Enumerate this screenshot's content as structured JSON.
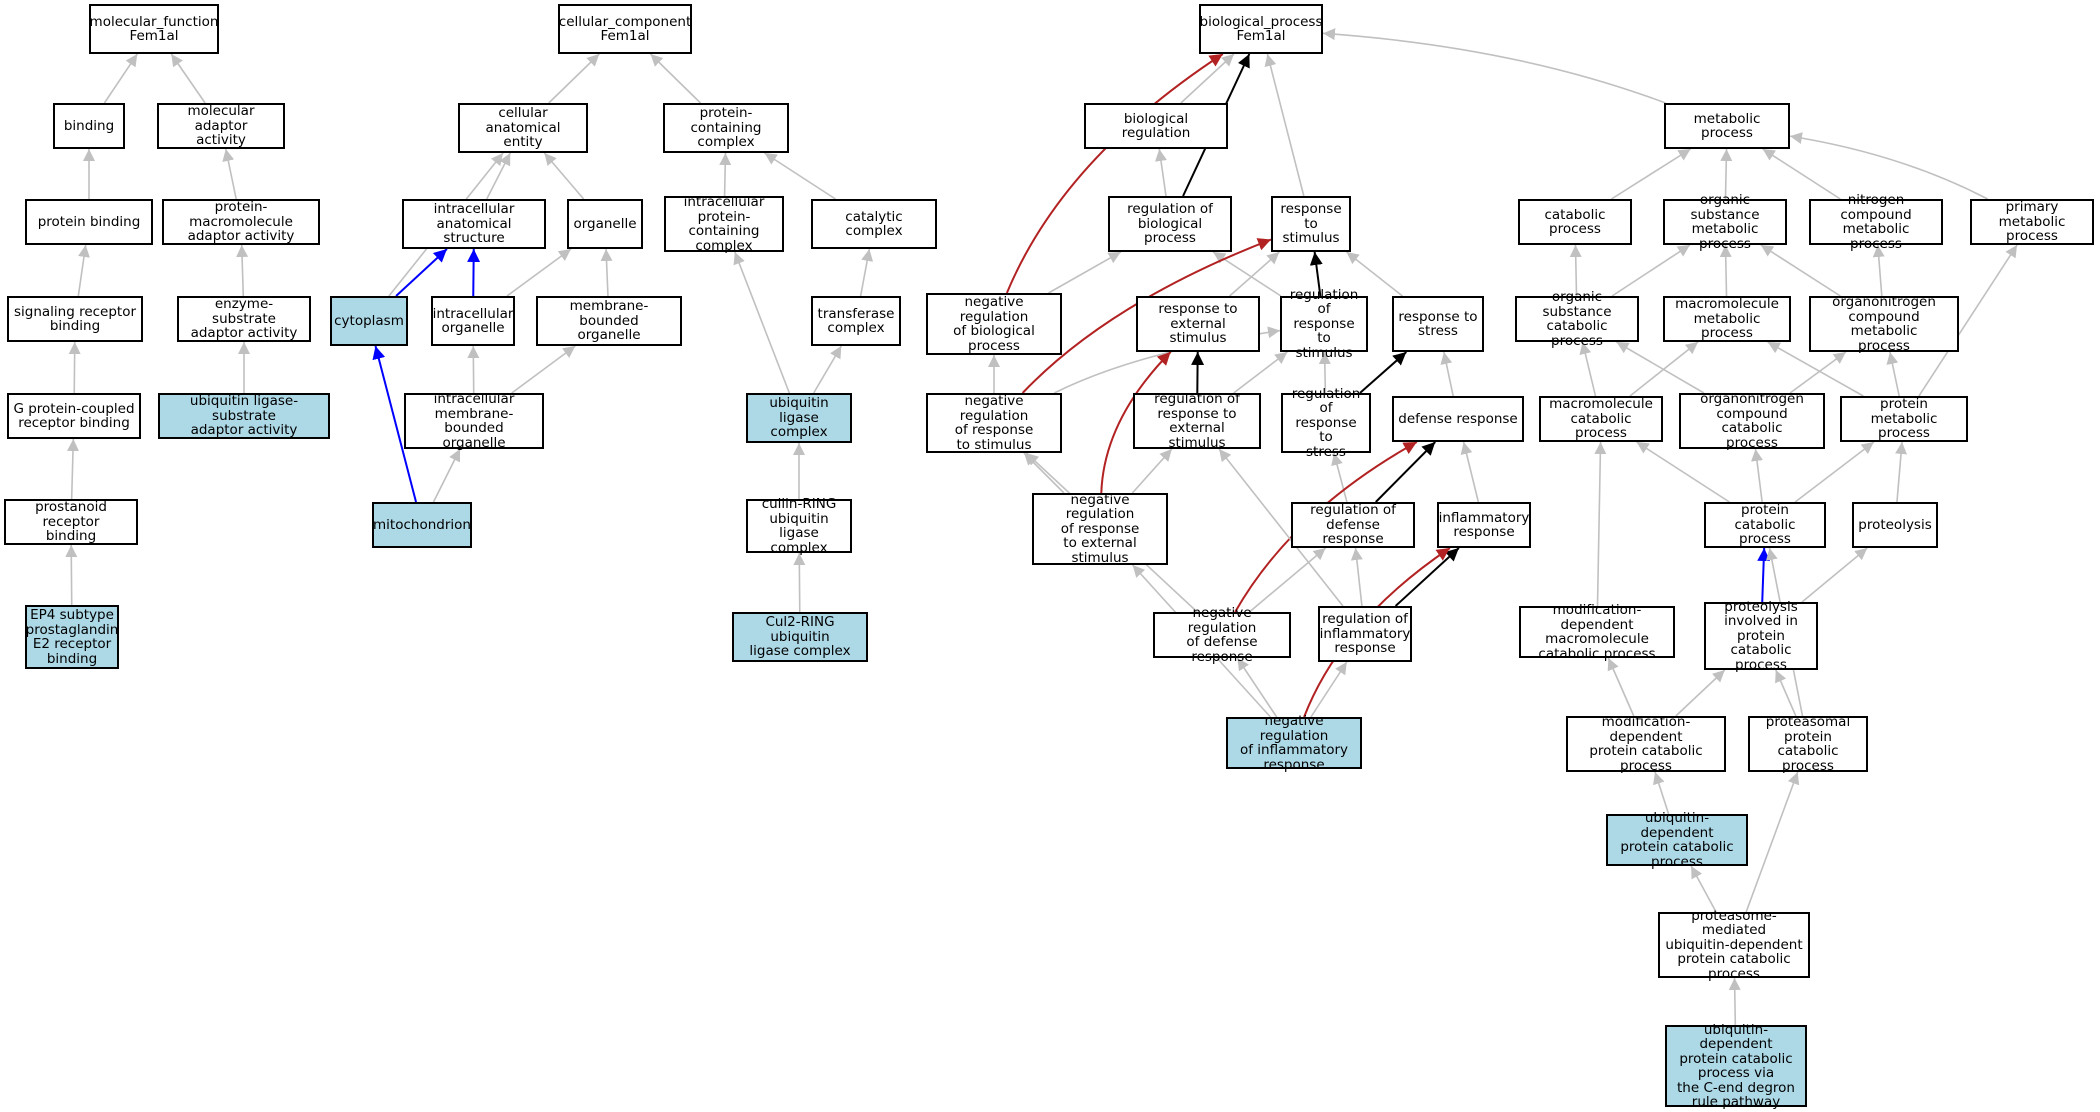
{
  "colors": {
    "background": "#ffffff",
    "highlight_fill": "#add8e6",
    "node_fill": "#ffffff",
    "node_border": "#000000",
    "edge_gray": "#c0c0c0",
    "edge_black": "#000000",
    "edge_blue": "#0000ff",
    "edge_red": "#b22222"
  },
  "nodes": {
    "mf_root": {
      "label": "molecular_function\nFem1al",
      "highlighted": false
    },
    "binding": {
      "label": "binding",
      "highlighted": false
    },
    "mol_adaptor": {
      "label": "molecular adaptor\nactivity",
      "highlighted": false
    },
    "protein_binding": {
      "label": "protein binding",
      "highlighted": false
    },
    "prot_macro_adaptor": {
      "label": "protein-macromolecule\nadaptor activity",
      "highlighted": false
    },
    "signaling_rb": {
      "label": "signaling receptor\nbinding",
      "highlighted": false
    },
    "enz_sub_adaptor": {
      "label": "enzyme-substrate\nadaptor activity",
      "highlighted": false
    },
    "gpcr_binding": {
      "label": "G protein-coupled\nreceptor binding",
      "highlighted": false
    },
    "ub_ligase_sub_adaptor": {
      "label": "ubiquitin ligase-substrate\nadaptor activity",
      "highlighted": true
    },
    "prostanoid_rb": {
      "label": "prostanoid receptor\nbinding",
      "highlighted": false
    },
    "ep4": {
      "label": "EP4 subtype\nprostaglandin\nE2 receptor\nbinding",
      "highlighted": true
    },
    "cc_root": {
      "label": "cellular_component\nFem1al",
      "highlighted": false
    },
    "cell_anat_entity": {
      "label": "cellular anatomical\nentity",
      "highlighted": false
    },
    "prot_containing_complex": {
      "label": "protein-containing\ncomplex",
      "highlighted": false
    },
    "intracellular_anat": {
      "label": "intracellular\nanatomical structure",
      "highlighted": false
    },
    "organelle": {
      "label": "organelle",
      "highlighted": false
    },
    "intra_prot_complex": {
      "label": "intracellular\nprotein-containing\ncomplex",
      "highlighted": false
    },
    "catalytic_complex": {
      "label": "catalytic complex",
      "highlighted": false
    },
    "cytoplasm": {
      "label": "cytoplasm",
      "highlighted": true
    },
    "intracellular_organelle": {
      "label": "intracellular\norganelle",
      "highlighted": false
    },
    "membrane_bounded_org": {
      "label": "membrane-bounded\norganelle",
      "highlighted": false
    },
    "transferase_complex": {
      "label": "transferase\ncomplex",
      "highlighted": false
    },
    "intra_mem_org": {
      "label": "intracellular\nmembrane-bounded\norganelle",
      "highlighted": false
    },
    "ub_ligase_complex": {
      "label": "ubiquitin ligase\ncomplex",
      "highlighted": true
    },
    "mitochondrion": {
      "label": "mitochondrion",
      "highlighted": true
    },
    "cullin_ring": {
      "label": "cullin-RING\nubiquitin ligase\ncomplex",
      "highlighted": false
    },
    "cul2_ring": {
      "label": "Cul2-RING ubiquitin\nligase complex",
      "highlighted": true
    },
    "bp_root": {
      "label": "biological_process\nFem1al",
      "highlighted": false
    },
    "bio_regulation": {
      "label": "biological regulation",
      "highlighted": false
    },
    "metabolic_process": {
      "label": "metabolic process",
      "highlighted": false
    },
    "reg_bio_process": {
      "label": "regulation of\nbiological process",
      "highlighted": false
    },
    "response_stimulus": {
      "label": "response to\nstimulus",
      "highlighted": false
    },
    "catabolic_process": {
      "label": "catabolic process",
      "highlighted": false
    },
    "org_subst_metab": {
      "label": "organic substance\nmetabolic process",
      "highlighted": false
    },
    "nitrogen_metab": {
      "label": "nitrogen compound\nmetabolic process",
      "highlighted": false
    },
    "primary_metab": {
      "label": "primary metabolic\nprocess",
      "highlighted": false
    },
    "neg_reg_bio": {
      "label": "negative regulation\nof biological\nprocess",
      "highlighted": false
    },
    "resp_ext_stim": {
      "label": "response to\nexternal stimulus",
      "highlighted": false
    },
    "reg_resp_stim": {
      "label": "regulation of\nresponse to\nstimulus",
      "highlighted": false
    },
    "resp_stress": {
      "label": "response to\nstress",
      "highlighted": false
    },
    "org_subst_catab": {
      "label": "organic substance\ncatabolic process",
      "highlighted": false
    },
    "macromol_metab": {
      "label": "macromolecule\nmetabolic process",
      "highlighted": false
    },
    "organonitrogen_metab": {
      "label": "organonitrogen\ncompound metabolic\nprocess",
      "highlighted": false
    },
    "neg_reg_resp_stim": {
      "label": "negative regulation\nof response\nto stimulus",
      "highlighted": false
    },
    "reg_resp_ext": {
      "label": "regulation of\nresponse to\nexternal stimulus",
      "highlighted": false
    },
    "reg_resp_stress": {
      "label": "regulation of\nresponse to\nstress",
      "highlighted": false
    },
    "defense_response": {
      "label": "defense response",
      "highlighted": false
    },
    "macromol_catab": {
      "label": "macromolecule\ncatabolic process",
      "highlighted": false
    },
    "organonitrogen_catab": {
      "label": "organonitrogen\ncompound catabolic\nprocess",
      "highlighted": false
    },
    "protein_metab": {
      "label": "protein metabolic\nprocess",
      "highlighted": false
    },
    "neg_reg_resp_ext": {
      "label": "negative regulation\nof response\nto external\nstimulus",
      "highlighted": false
    },
    "reg_defense": {
      "label": "regulation of\ndefense response",
      "highlighted": false
    },
    "inflammatory_response": {
      "label": "inflammatory\nresponse",
      "highlighted": false
    },
    "protein_catab": {
      "label": "protein catabolic\nprocess",
      "highlighted": false
    },
    "proteolysis": {
      "label": "proteolysis",
      "highlighted": false
    },
    "neg_reg_defense": {
      "label": "negative regulation\nof defense response",
      "highlighted": false
    },
    "reg_inflammatory": {
      "label": "regulation of\ninflammatory\nresponse",
      "highlighted": false
    },
    "mod_dep_macromol_catab": {
      "label": "modification-dependent\nmacromolecule\ncatabolic process",
      "highlighted": false
    },
    "proteolysis_catab": {
      "label": "proteolysis\ninvolved in\nprotein catabolic\nprocess",
      "highlighted": false
    },
    "neg_reg_inflammatory": {
      "label": "negative regulation\nof inflammatory\nresponse",
      "highlighted": true
    },
    "mod_dep_prot_catab": {
      "label": "modification-dependent\nprotein catabolic\nprocess",
      "highlighted": false
    },
    "proteasomal_catab": {
      "label": "proteasomal\nprotein catabolic\nprocess",
      "highlighted": false
    },
    "ub_dep_prot_catab": {
      "label": "ubiquitin-dependent\nprotein catabolic\nprocess",
      "highlighted": true
    },
    "proteasome_mediated": {
      "label": "proteasome-mediated\nubiquitin-dependent\nprotein catabolic\nprocess",
      "highlighted": false
    },
    "c_end_degron": {
      "label": "ubiquitin-dependent\nprotein catabolic\nprocess via\nthe C-end degron\nrule pathway",
      "highlighted": true
    }
  },
  "edges": [
    {
      "from": "binding",
      "to": "mf_root",
      "color": "gray"
    },
    {
      "from": "mol_adaptor",
      "to": "mf_root",
      "color": "gray"
    },
    {
      "from": "protein_binding",
      "to": "binding",
      "color": "gray"
    },
    {
      "from": "prot_macro_adaptor",
      "to": "mol_adaptor",
      "color": "gray"
    },
    {
      "from": "signaling_rb",
      "to": "protein_binding",
      "color": "gray"
    },
    {
      "from": "enz_sub_adaptor",
      "to": "prot_macro_adaptor",
      "color": "gray"
    },
    {
      "from": "gpcr_binding",
      "to": "signaling_rb",
      "color": "gray"
    },
    {
      "from": "ub_ligase_sub_adaptor",
      "to": "enz_sub_adaptor",
      "color": "gray"
    },
    {
      "from": "prostanoid_rb",
      "to": "gpcr_binding",
      "color": "gray"
    },
    {
      "from": "ep4",
      "to": "prostanoid_rb",
      "color": "gray"
    },
    {
      "from": "cell_anat_entity",
      "to": "cc_root",
      "color": "gray"
    },
    {
      "from": "prot_containing_complex",
      "to": "cc_root",
      "color": "gray"
    },
    {
      "from": "intracellular_anat",
      "to": "cell_anat_entity",
      "color": "gray"
    },
    {
      "from": "organelle",
      "to": "cell_anat_entity",
      "color": "gray"
    },
    {
      "from": "cytoplasm",
      "to": "cell_anat_entity",
      "color": "gray"
    },
    {
      "from": "cytoplasm",
      "to": "intracellular_anat",
      "color": "blue"
    },
    {
      "from": "intracellular_organelle",
      "to": "intracellular_anat",
      "color": "blue"
    },
    {
      "from": "intracellular_organelle",
      "to": "organelle",
      "color": "gray"
    },
    {
      "from": "membrane_bounded_org",
      "to": "organelle",
      "color": "gray"
    },
    {
      "from": "intra_mem_org",
      "to": "intracellular_organelle",
      "color": "gray"
    },
    {
      "from": "intra_mem_org",
      "to": "membrane_bounded_org",
      "color": "gray"
    },
    {
      "from": "mitochondrion",
      "to": "intra_mem_org",
      "color": "gray"
    },
    {
      "from": "mitochondrion",
      "to": "cytoplasm",
      "color": "blue"
    },
    {
      "from": "intra_prot_complex",
      "to": "prot_containing_complex",
      "color": "gray"
    },
    {
      "from": "catalytic_complex",
      "to": "prot_containing_complex",
      "color": "gray"
    },
    {
      "from": "transferase_complex",
      "to": "catalytic_complex",
      "color": "gray"
    },
    {
      "from": "ub_ligase_complex",
      "to": "intra_prot_complex",
      "color": "gray"
    },
    {
      "from": "ub_ligase_complex",
      "to": "transferase_complex",
      "color": "gray"
    },
    {
      "from": "cullin_ring",
      "to": "ub_ligase_complex",
      "color": "gray"
    },
    {
      "from": "cul2_ring",
      "to": "cullin_ring",
      "color": "gray"
    },
    {
      "from": "bio_regulation",
      "to": "bp_root",
      "color": "gray"
    },
    {
      "from": "response_stimulus",
      "to": "bp_root",
      "color": "gray"
    },
    {
      "from": "metabolic_process",
      "to": "bp_root",
      "color": "gray"
    },
    {
      "from": "reg_bio_process",
      "to": "bio_regulation",
      "color": "gray"
    },
    {
      "from": "reg_bio_process",
      "to": "bp_root",
      "color": "black"
    },
    {
      "from": "neg_reg_bio",
      "to": "reg_bio_process",
      "color": "gray"
    },
    {
      "from": "neg_reg_bio",
      "to": "bp_root",
      "color": "red"
    },
    {
      "from": "reg_resp_stim",
      "to": "reg_bio_process",
      "color": "gray"
    },
    {
      "from": "reg_resp_stim",
      "to": "response_stimulus",
      "color": "black"
    },
    {
      "from": "resp_ext_stim",
      "to": "response_stimulus",
      "color": "gray"
    },
    {
      "from": "resp_stress",
      "to": "response_stimulus",
      "color": "gray"
    },
    {
      "from": "neg_reg_resp_stim",
      "to": "neg_reg_bio",
      "color": "gray"
    },
    {
      "from": "neg_reg_resp_stim",
      "to": "reg_resp_stim",
      "color": "gray"
    },
    {
      "from": "neg_reg_resp_stim",
      "to": "response_stimulus",
      "color": "red"
    },
    {
      "from": "reg_resp_ext",
      "to": "resp_ext_stim",
      "color": "black"
    },
    {
      "from": "reg_resp_ext",
      "to": "reg_resp_stim",
      "color": "gray"
    },
    {
      "from": "reg_resp_stress",
      "to": "reg_resp_stim",
      "color": "gray"
    },
    {
      "from": "reg_resp_stress",
      "to": "resp_stress",
      "color": "black"
    },
    {
      "from": "defense_response",
      "to": "resp_stress",
      "color": "gray"
    },
    {
      "from": "neg_reg_resp_ext",
      "to": "neg_reg_resp_stim",
      "color": "gray"
    },
    {
      "from": "neg_reg_resp_ext",
      "to": "reg_resp_ext",
      "color": "gray"
    },
    {
      "from": "neg_reg_resp_ext",
      "to": "resp_ext_stim",
      "color": "red"
    },
    {
      "from": "reg_defense",
      "to": "reg_resp_stress",
      "color": "gray"
    },
    {
      "from": "reg_defense",
      "to": "defense_response",
      "color": "black"
    },
    {
      "from": "inflammatory_response",
      "to": "defense_response",
      "color": "gray"
    },
    {
      "from": "neg_reg_defense",
      "to": "neg_reg_resp_stim",
      "color": "gray"
    },
    {
      "from": "neg_reg_defense",
      "to": "reg_defense",
      "color": "gray"
    },
    {
      "from": "neg_reg_defense",
      "to": "defense_response",
      "color": "red"
    },
    {
      "from": "reg_inflammatory",
      "to": "reg_defense",
      "color": "gray"
    },
    {
      "from": "reg_inflammatory",
      "to": "reg_resp_ext",
      "color": "gray"
    },
    {
      "from": "reg_inflammatory",
      "to": "inflammatory_response",
      "color": "black"
    },
    {
      "from": "neg_reg_inflammatory",
      "to": "neg_reg_resp_ext",
      "color": "gray"
    },
    {
      "from": "neg_reg_inflammatory",
      "to": "neg_reg_defense",
      "color": "gray"
    },
    {
      "from": "neg_reg_inflammatory",
      "to": "reg_inflammatory",
      "color": "gray"
    },
    {
      "from": "neg_reg_inflammatory",
      "to": "inflammatory_response",
      "color": "red"
    },
    {
      "from": "catabolic_process",
      "to": "metabolic_process",
      "color": "gray"
    },
    {
      "from": "org_subst_metab",
      "to": "metabolic_process",
      "color": "gray"
    },
    {
      "from": "nitrogen_metab",
      "to": "metabolic_process",
      "color": "gray"
    },
    {
      "from": "primary_metab",
      "to": "metabolic_process",
      "color": "gray"
    },
    {
      "from": "org_subst_catab",
      "to": "catabolic_process",
      "color": "gray"
    },
    {
      "from": "org_subst_catab",
      "to": "org_subst_metab",
      "color": "gray"
    },
    {
      "from": "macromol_metab",
      "to": "org_subst_metab",
      "color": "gray"
    },
    {
      "from": "organonitrogen_metab",
      "to": "org_subst_metab",
      "color": "gray"
    },
    {
      "from": "organonitrogen_metab",
      "to": "nitrogen_metab",
      "color": "gray"
    },
    {
      "from": "macromol_catab",
      "to": "org_subst_catab",
      "color": "gray"
    },
    {
      "from": "macromol_catab",
      "to": "macromol_metab",
      "color": "gray"
    },
    {
      "from": "organonitrogen_catab",
      "to": "org_subst_catab",
      "color": "gray"
    },
    {
      "from": "organonitrogen_catab",
      "to": "organonitrogen_metab",
      "color": "gray"
    },
    {
      "from": "protein_metab",
      "to": "macromol_metab",
      "color": "gray"
    },
    {
      "from": "protein_metab",
      "to": "organonitrogen_metab",
      "color": "gray"
    },
    {
      "from": "protein_metab",
      "to": "primary_metab",
      "color": "gray"
    },
    {
      "from": "protein_catab",
      "to": "macromol_catab",
      "color": "gray"
    },
    {
      "from": "protein_catab",
      "to": "organonitrogen_catab",
      "color": "gray"
    },
    {
      "from": "protein_catab",
      "to": "protein_metab",
      "color": "gray"
    },
    {
      "from": "proteolysis",
      "to": "protein_metab",
      "color": "gray"
    },
    {
      "from": "mod_dep_macromol_catab",
      "to": "macromol_catab",
      "color": "gray"
    },
    {
      "from": "proteolysis_catab",
      "to": "protein_catab",
      "color": "blue"
    },
    {
      "from": "proteolysis_catab",
      "to": "proteolysis",
      "color": "gray"
    },
    {
      "from": "mod_dep_prot_catab",
      "to": "mod_dep_macromol_catab",
      "color": "gray"
    },
    {
      "from": "mod_dep_prot_catab",
      "to": "proteolysis_catab",
      "color": "gray"
    },
    {
      "from": "proteasomal_catab",
      "to": "proteolysis_catab",
      "color": "gray"
    },
    {
      "from": "proteasomal_catab",
      "to": "protein_catab",
      "color": "gray"
    },
    {
      "from": "ub_dep_prot_catab",
      "to": "mod_dep_prot_catab",
      "color": "gray"
    },
    {
      "from": "proteasome_mediated",
      "to": "ub_dep_prot_catab",
      "color": "gray"
    },
    {
      "from": "proteasome_mediated",
      "to": "proteasomal_catab",
      "color": "gray"
    },
    {
      "from": "c_end_degron",
      "to": "proteasome_mediated",
      "color": "gray"
    }
  ]
}
